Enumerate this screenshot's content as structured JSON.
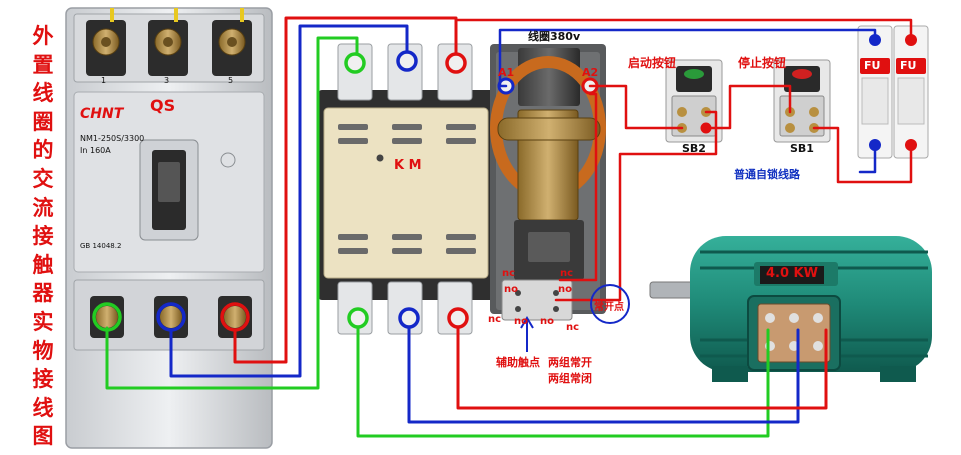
{
  "title": "外置线圈的交流接触器实物接线图",
  "breaker": {
    "label": "QS",
    "brand": "CHNT",
    "model": "NM1-250S/3300",
    "rating_line": "In 160A",
    "standard": "GB 14048.2",
    "terminal_numbers": [
      "1",
      "3",
      "5"
    ]
  },
  "contactor": {
    "label": "K M",
    "coil_label": "线圈380v",
    "coil_terminals": [
      "A1",
      "A2"
    ]
  },
  "aux_contacts": {
    "nc_labels": [
      "nc",
      "nc",
      "nc",
      "nc"
    ],
    "no_labels": [
      "no",
      "no",
      "no",
      "no"
    ],
    "normally_open_note": "常开点",
    "caption_1": "辅助触点",
    "caption_2": "两组常开",
    "caption_3": "两组常闭"
  },
  "start_button": {
    "title": "启动按钮",
    "label": "SB2"
  },
  "stop_button": {
    "title": "停止按钮",
    "label": "SB1"
  },
  "fuses": {
    "labels": [
      "FU",
      "FU"
    ]
  },
  "circuit_note": "普通自锁线路",
  "motor": {
    "power": "4.0 KW"
  },
  "colors": {
    "phase_green": "#22cc22",
    "phase_blue": "#1428c8",
    "phase_red": "#e01010",
    "title_red": "#e01010",
    "motor_teal": "#1e8a78"
  }
}
